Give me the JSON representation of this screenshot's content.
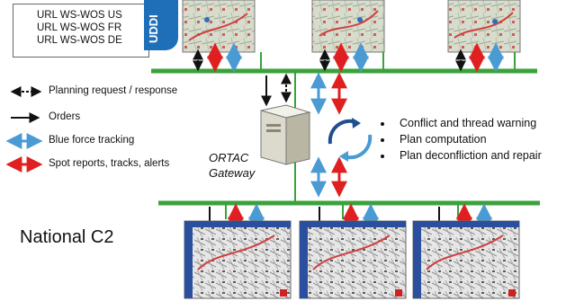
{
  "registry": {
    "urls": [
      "URL WS-WOS US",
      "URL WS-WOS FR",
      "URL WS-WOS DE"
    ],
    "tab_label": "UDDI"
  },
  "legend": [
    {
      "label": "Planning request / response",
      "icon": "dashed-double-arrow-icon",
      "color": "#111111"
    },
    {
      "label": "Orders",
      "icon": "single-arrow-icon",
      "color": "#111111"
    },
    {
      "label": "Blue force tracking",
      "icon": "double-arrow-icon",
      "color": "#4a9ad4"
    },
    {
      "label": "Spot reports, tracks, alerts",
      "icon": "double-arrow-icon",
      "color": "#e02020"
    }
  ],
  "gateway": {
    "label_line1": "ORTAC",
    "label_line2": "Gateway",
    "icon": "server-icon",
    "cycle_icon": "circular-arrows-icon"
  },
  "functions": [
    "Conflict and thread warning",
    "Plan computation",
    "Plan deconfliction and repair"
  ],
  "national_label": "National C2",
  "colors": {
    "bus": "#3aa23a",
    "blue": "#4a9ad4",
    "red": "#e02020",
    "black": "#111111",
    "uddi": "#1f6fb8"
  }
}
